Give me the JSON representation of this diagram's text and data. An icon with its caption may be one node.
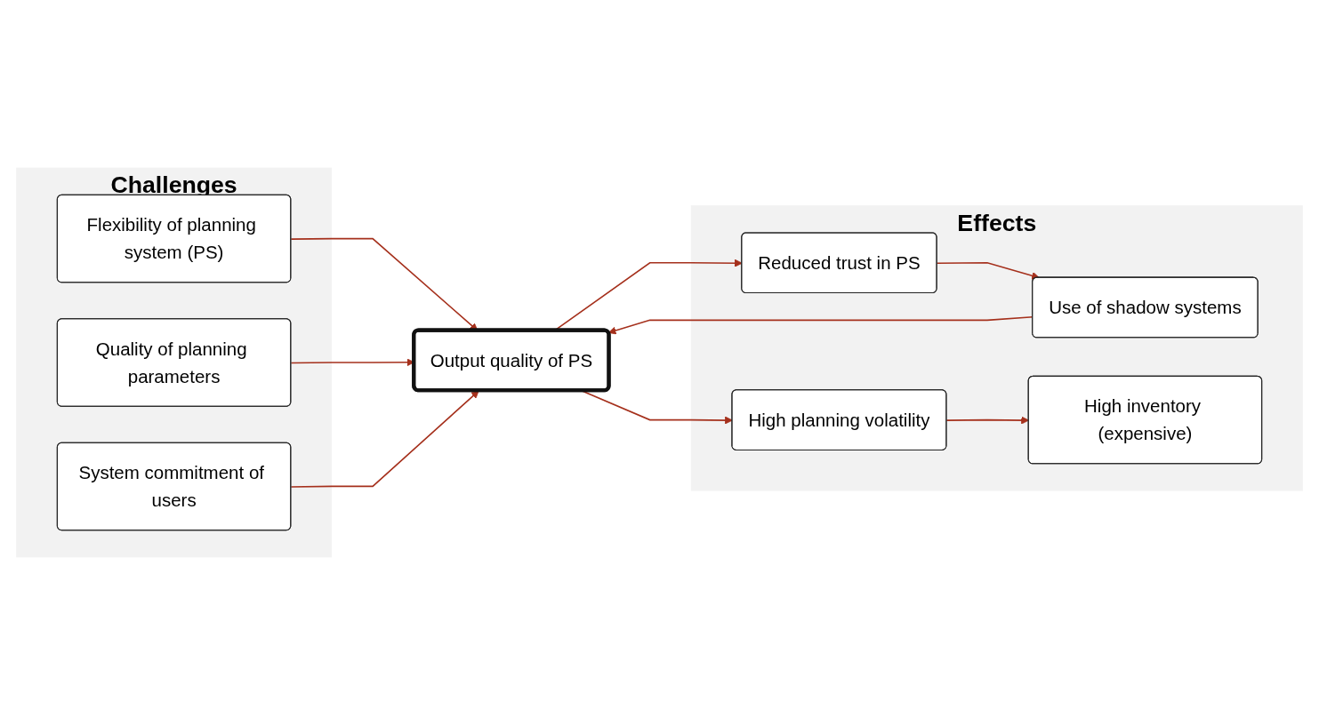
{
  "diagram": {
    "nodes": [
      {
        "text": [
          "Challenges"
        ]
      },
      {
        "text": [
          "Flexibility of planning system (PS)"
        ],
        "in": 0
      },
      {
        "text": [
          "Quality of planning parameters"
        ],
        "in": 0
      },
      {
        "text": [
          "System commitment of users"
        ],
        "in": 0
      },
      {
        "text": [
          "Output quality of PS"
        ]
      },
      {
        "text": [
          "Effects"
        ]
      },
      {
        "text": [
          "Reduced trust in PS"
        ],
        "in": 5
      },
      {
        "text": [
          "Use of shadow systems"
        ],
        "in": 5
      },
      {
        "text": [
          "High planning volatility"
        ],
        "in": 5
      },
      {
        "text": [
          "High inventory (expensive)"
        ],
        "in": 5
      }
    ],
    "edges": [
      {
        "from": 1,
        "to": 4,
        "arrow": "to"
      },
      {
        "from": 2,
        "to": 4,
        "arrow": "to"
      },
      {
        "from": 3,
        "to": 4,
        "arrow": "to"
      },
      {
        "from": 4,
        "to": 6,
        "arrow": "to"
      },
      {
        "from": 4,
        "to": 8,
        "arrow": "to"
      },
      {
        "from": 6,
        "to": 7,
        "arrow": "to"
      },
      {
        "from": 8,
        "to": 9,
        "arrow": "to"
      },
      {
        "from": 7,
        "to": 4,
        "arrow": "to"
      }
    ]
  }
}
